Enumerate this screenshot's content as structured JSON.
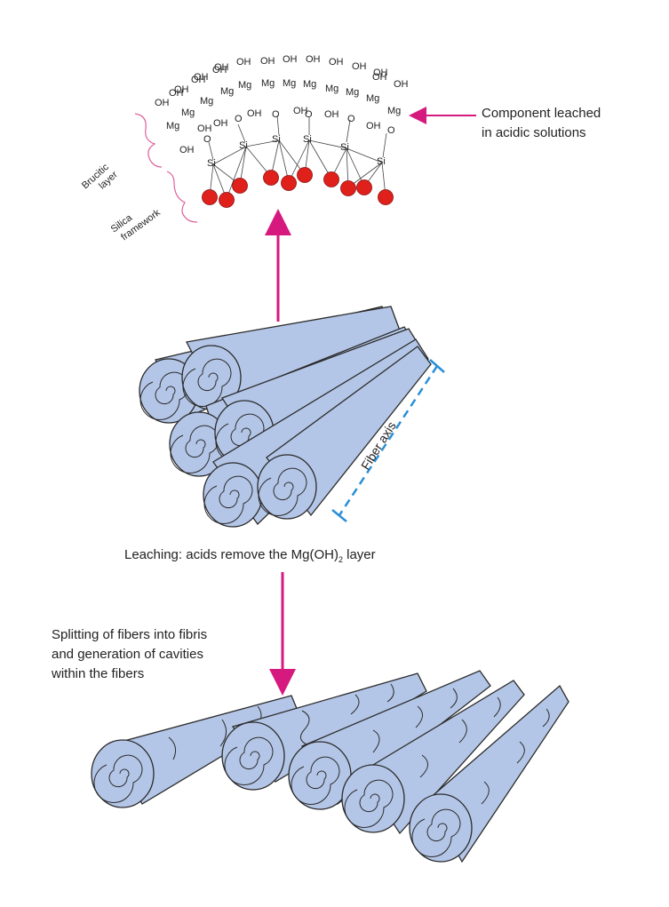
{
  "labels": {
    "component_line1": "Component leached",
    "component_line2": "in acidic solutions",
    "brucitic_line1": "Brucitic",
    "brucitic_line2": "layer",
    "silica_line1": "Silica",
    "silica_line2": "framework",
    "fiber_axis": "Fiber axis",
    "leaching_prefix": "Leaching: acids remove the Mg(OH)",
    "leaching_sub": "2",
    "leaching_suffix": " layer",
    "splitting_line1": "Splitting of fibers into fibris",
    "splitting_line2": "and generation of cavities",
    "splitting_line3": "within the fibers"
  },
  "chem": {
    "oh": "OH",
    "mg": "Mg",
    "o": "O",
    "si": "Si"
  },
  "colors": {
    "arrow": "#d6197f",
    "fiber_fill": "#b4c6e7",
    "fiber_stroke": "#2b2b2b",
    "oxygen_ball": "#e0201b",
    "axis": "#2a8fd6",
    "brace": "#e0609a"
  }
}
